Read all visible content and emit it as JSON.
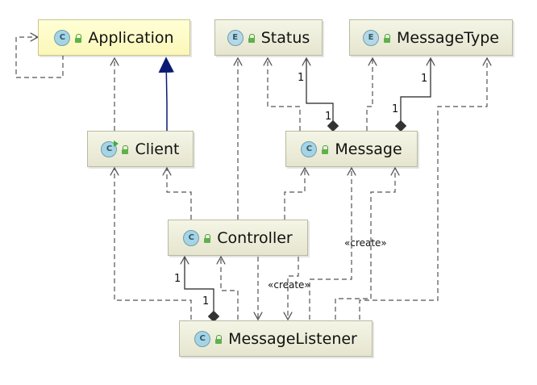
{
  "nodes": {
    "application": {
      "label": "Application",
      "kind": "C"
    },
    "status": {
      "label": "Status",
      "kind": "E"
    },
    "message_type": {
      "label": "MessageType",
      "kind": "E"
    },
    "client": {
      "label": "Client",
      "kind": "C"
    },
    "message": {
      "label": "Message",
      "kind": "C"
    },
    "controller": {
      "label": "Controller",
      "kind": "C"
    },
    "message_listener": {
      "label": "MessageListener",
      "kind": "C"
    }
  },
  "multiplicities": {
    "message_status": "1",
    "message_status_source": "1",
    "message_message_type": "1",
    "message_message_type_source": "1",
    "listener_controller": "1",
    "listener_controller_source": "1"
  },
  "stereotypes": {
    "create_a": "«create»",
    "create_b": "«create»"
  },
  "colors": {
    "node_fill": "#ececd8",
    "highlight_fill": "#fbf7b8",
    "inheritance": "#0b1a73",
    "dependency": "#555555",
    "composition": "#111111"
  }
}
